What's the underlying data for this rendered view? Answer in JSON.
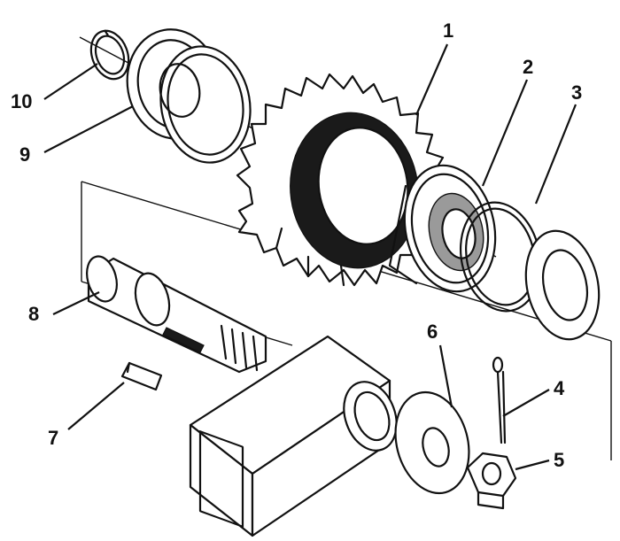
{
  "diagram": {
    "callouts": [
      {
        "id": "1",
        "label": "1"
      },
      {
        "id": "2",
        "label": "2"
      },
      {
        "id": "3",
        "label": "3"
      },
      {
        "id": "4",
        "label": "4"
      },
      {
        "id": "5",
        "label": "5"
      },
      {
        "id": "6",
        "label": "6"
      },
      {
        "id": "7",
        "label": "7"
      },
      {
        "id": "8",
        "label": "8"
      },
      {
        "id": "9",
        "label": "9"
      },
      {
        "id": "10",
        "label": "10"
      }
    ]
  },
  "colors": {
    "ink": "#111111",
    "paper": "#ffffff",
    "shade": "#1a1a1a"
  }
}
